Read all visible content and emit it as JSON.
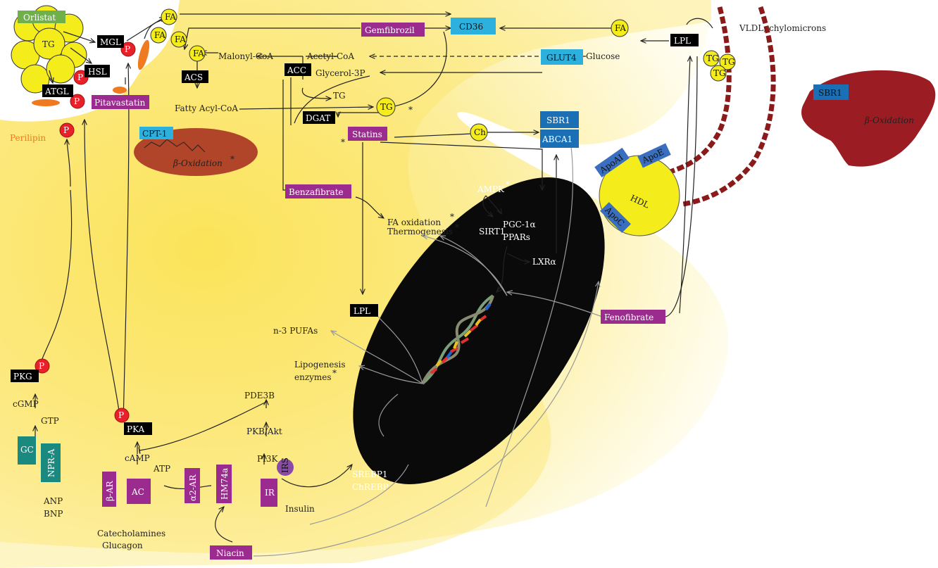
{
  "drugs": {
    "orlistat": "Orlistat",
    "gemfibrozil": "Gemfibrozil",
    "pitavastatin": "Pitavastatin",
    "statins": "Statins",
    "benzafibrate": "Benzafibrate",
    "fenofibrate": "Fenofibrate",
    "niacin": "Niacin"
  },
  "adipocyte": {
    "tg_droplet": "TG",
    "mgl": "MGL",
    "hsl": "HSL",
    "atgl": "ATGL",
    "perilipin": "Perilipin",
    "phospho": "P",
    "pkg": "PKG",
    "cgmp": "cGMP",
    "gtp": "GTP",
    "gc": "GC",
    "npr_a": "NPR-A",
    "anp": "ANP",
    "bnp": "BNP",
    "pka": "PKA",
    "camp": "cAMP",
    "atp": "ATP",
    "ac": "AC",
    "beta_ar": "β-AR",
    "alpha2_ar": "α2-AR",
    "hm74a": "HM74a",
    "catecholamines": "Catecholamines",
    "glucagon": "Glucagon",
    "pde3b": "PDE3B",
    "pkb_akt": "PKB/Akt",
    "pi3k": "PI3K",
    "irs": "IRS",
    "ir": "IR",
    "insulin": "Insulin"
  },
  "metabolism": {
    "fa": "FA",
    "malonyl_coa": "Malonyl-CoA",
    "acetyl_coa": "Acetyl-CoA",
    "acc": "ACC",
    "acs": "ACS",
    "fatty_acyl_coa": "Fatty Acyl-CoA",
    "glycerol_3p": "Glycerol-3P",
    "tg": "TG",
    "dgat": "DGAT",
    "cpt1": "CPT-1",
    "beta_oxidation": "β-Oxidation",
    "asterisk": "*",
    "cd36": "CD36",
    "glut4": "GLUT4",
    "glucose": "Glucose",
    "ch": "Ch",
    "sbr1": "SBR1",
    "abca1": "ABCA1"
  },
  "nucleus": {
    "ampk": "AMPK",
    "sirt1": "SIRT1",
    "pgc1a": "PGC-1α",
    "ppars": "PPARs",
    "lxra": "LXRα",
    "fa_oxidation": "FA oxidation",
    "thermogenesis": "Thermogenesis",
    "lpl": "LPL",
    "n3_pufas": "n-3 PUFAs",
    "lipogenesis": "Lipogenesis",
    "enzymes": "enzymes",
    "srebp1": "SREBP1",
    "chrebp": "ChREBP"
  },
  "circulation": {
    "lpl": "LPL",
    "tg": "TG",
    "vldl": "VLDL; chylomicrons",
    "hdl": "HDL",
    "apoai": "ApoAI",
    "apoe": "ApoE",
    "apoc": "ApoC",
    "liver_sbr1": "SBR1",
    "liver_beta_oxidation": "β-Oxidation"
  },
  "colors": {
    "cytoplasm": "#fbeb7a",
    "drug": "#9b2b8e",
    "enzyme": "#000000",
    "transporter": "#2cb0de",
    "receptor_blue": "#1a6fb5",
    "teal": "#1a8a80",
    "phospho": "#e8202a",
    "liver": "#9b1c22",
    "vessel": "#8b1a1a",
    "mitochondrion": "#b0452a",
    "droplet": "#f5ec1c"
  }
}
